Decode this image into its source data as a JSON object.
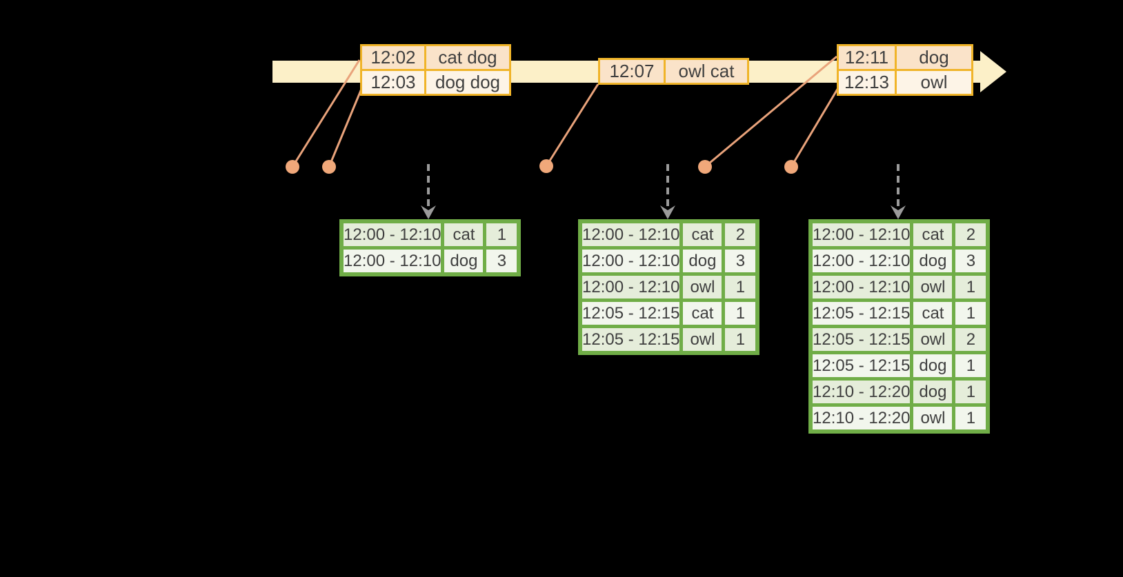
{
  "colors": {
    "background": "#000000",
    "timeline_band": "#fcf0c8",
    "event_table_border": "#f0b429",
    "event_row_peach": "#fae3c9",
    "event_row_cream": "#fdf4e7",
    "marker_orange": "#f0a87a",
    "connector_orange": "#e9a37b",
    "trigger_gray": "#9b9b9b",
    "result_table_border": "#70ad47",
    "result_row_sage": "#e5edda",
    "result_row_light": "#f2f6ed",
    "text": "#3f3f3f"
  },
  "timeline": {
    "event_tables": [
      {
        "rows": [
          [
            "12:02",
            "cat dog"
          ],
          [
            "12:03",
            "dog dog"
          ]
        ]
      },
      {
        "rows": [
          [
            "12:07",
            "owl cat"
          ]
        ]
      },
      {
        "rows": [
          [
            "12:11",
            "dog"
          ],
          [
            "12:13",
            "owl"
          ]
        ]
      }
    ]
  },
  "result_tables": [
    {
      "rows": [
        [
          "12:00 - 12:10",
          "cat",
          "1"
        ],
        [
          "12:00 - 12:10",
          "dog",
          "3"
        ]
      ]
    },
    {
      "rows": [
        [
          "12:00 - 12:10",
          "cat",
          "2"
        ],
        [
          "12:00 - 12:10",
          "dog",
          "3"
        ],
        [
          "12:00 - 12:10",
          "owl",
          "1"
        ],
        [
          "12:05 - 12:15",
          "cat",
          "1"
        ],
        [
          "12:05 - 12:15",
          "owl",
          "1"
        ]
      ]
    },
    {
      "rows": [
        [
          "12:00 - 12:10",
          "cat",
          "2"
        ],
        [
          "12:00 - 12:10",
          "dog",
          "3"
        ],
        [
          "12:00 - 12:10",
          "owl",
          "1"
        ],
        [
          "12:05 - 12:15",
          "cat",
          "1"
        ],
        [
          "12:05 - 12:15",
          "owl",
          "2"
        ],
        [
          "12:05 - 12:15",
          "dog",
          "1"
        ],
        [
          "12:10 - 12:20",
          "dog",
          "1"
        ],
        [
          "12:10 - 12:20",
          "owl",
          "1"
        ]
      ]
    }
  ]
}
